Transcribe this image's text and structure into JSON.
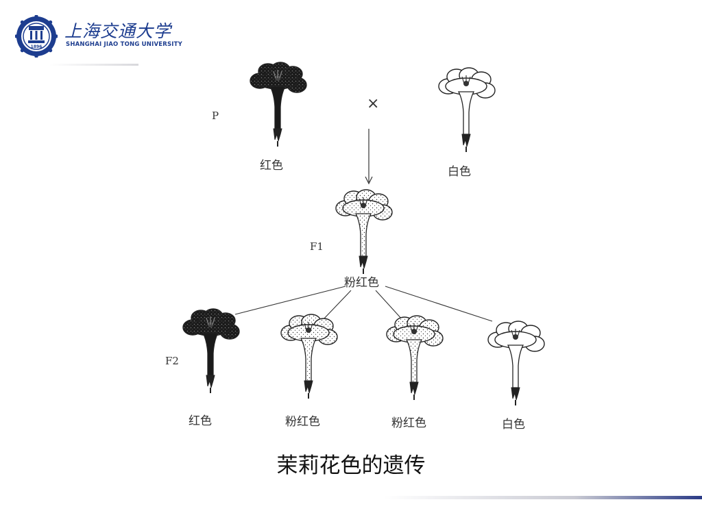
{
  "logo": {
    "name_cn": "上海交通大学",
    "name_en": "SHANGHAI  JIAO TONG  UNIVERSITY",
    "seal_year": "1896",
    "color": "#1d3d8f"
  },
  "diagram": {
    "generations": {
      "p": "P",
      "f1": "F1",
      "f2": "F2"
    },
    "cross_symbol": "×",
    "parents": [
      {
        "label": "红色",
        "shade": "red"
      },
      {
        "label": "白色",
        "shade": "white"
      }
    ],
    "f1_offspring": {
      "label": "粉红色",
      "shade": "pink"
    },
    "f2_offspring": [
      {
        "label": "红色",
        "shade": "red"
      },
      {
        "label": "粉红色",
        "shade": "pink"
      },
      {
        "label": "粉红色",
        "shade": "pink"
      },
      {
        "label": "白色",
        "shade": "white"
      }
    ]
  },
  "caption": "茉莉花色的遗传"
}
